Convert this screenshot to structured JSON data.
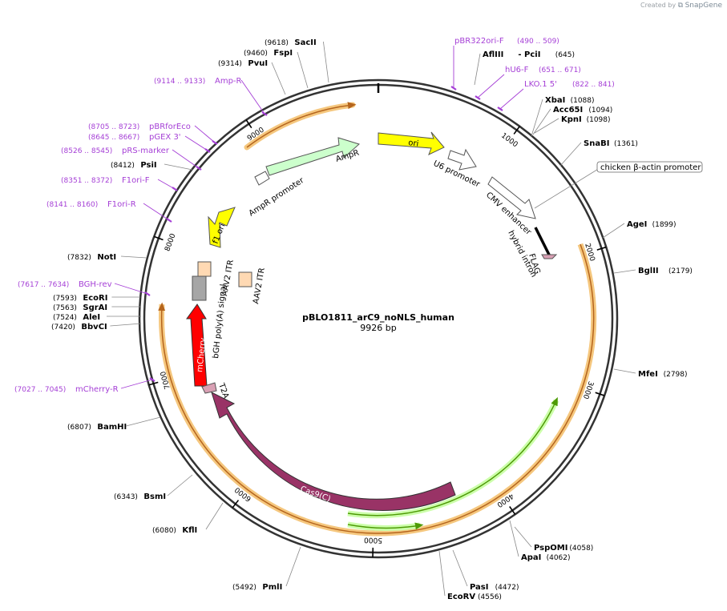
{
  "credit": {
    "prefix": "Created by",
    "brand": "SnapGene"
  },
  "plasmid": {
    "name": "pBLO1811_arC9_noNLS_human",
    "length_label": "9926 bp",
    "length": 9926
  },
  "ticks": [
    "1000",
    "2000",
    "3000",
    "4000",
    "5000",
    "6000",
    "7000",
    "8000",
    "9000"
  ],
  "sites": [
    {
      "name": "SacII",
      "pos": "(9618)"
    },
    {
      "name": "FspI",
      "pos": "(9460)"
    },
    {
      "name": "PvuI",
      "pos": "(9314)"
    },
    {
      "name": "PsiI",
      "pos": "(8412)"
    },
    {
      "name": "NotI",
      "pos": "(7832)"
    },
    {
      "name": "EcoRI",
      "pos": "(7593)"
    },
    {
      "name": "SgrAI",
      "pos": "(7563)"
    },
    {
      "name": "AleI",
      "pos": "(7524)"
    },
    {
      "name": "BbvCI",
      "pos": "(7420)"
    },
    {
      "name": "BamHI",
      "pos": "(6807)"
    },
    {
      "name": "BsmI",
      "pos": "(6343)"
    },
    {
      "name": "KflI",
      "pos": "(6080)"
    },
    {
      "name": "PmlI",
      "pos": "(5492)"
    },
    {
      "name": "AflIII",
      "name2": "- PciI",
      "pos": "(645)"
    },
    {
      "name": "XbaI",
      "pos": "(1088)"
    },
    {
      "name": "Acc65I",
      "pos": "(1094)"
    },
    {
      "name": "KpnI",
      "pos": "(1098)"
    },
    {
      "name": "SnaBI",
      "pos": "(1361)"
    },
    {
      "name": "AgeI",
      "pos": "(1899)"
    },
    {
      "name": "BglII",
      "pos": "(2179)"
    },
    {
      "name": "MfeI",
      "pos": "(2798)"
    },
    {
      "name": "PspOMI",
      "pos": "(4058)"
    },
    {
      "name": "ApaI",
      "pos": "(4062)"
    },
    {
      "name": "PasI",
      "pos": "(4472)"
    },
    {
      "name": "EcoRV",
      "pos": "(4556)"
    }
  ],
  "primers": [
    {
      "name": "Amp-R",
      "pos": "(9114 .. 9133)"
    },
    {
      "name": "pBRforEco",
      "pos": "(8705 .. 8723)"
    },
    {
      "name": "pGEX 3'",
      "pos": "(8645 .. 8667)"
    },
    {
      "name": "pRS-marker",
      "pos": "(8526 .. 8545)"
    },
    {
      "name": "F1ori-F",
      "pos": "(8351 .. 8372)"
    },
    {
      "name": "F1ori-R",
      "pos": "(8141 .. 8160)"
    },
    {
      "name": "BGH-rev",
      "pos": "(7617 .. 7634)"
    },
    {
      "name": "mCherry-R",
      "pos": "(7027 .. 7045)"
    },
    {
      "name": "pBR322ori-F",
      "pos": "(490 .. 509)"
    },
    {
      "name": "hU6-F",
      "pos": "(651 .. 671)"
    },
    {
      "name": "LKO.1 5'",
      "pos": "(822 .. 841)"
    }
  ],
  "features": {
    "ori": "ori",
    "ampr": "AmpR",
    "ampr_promoter": "AmpR promoter",
    "u6_promoter": "U6 promoter",
    "cmv_enhancer": "CMV enhancer",
    "chicken_promoter": "chicken β-actin promoter",
    "hybrid_intron": "hybrid intron",
    "flag": "FLAG",
    "f1_ori": "f1 ori",
    "aav2_itr_1": "AAV2 ITR",
    "aav2_itr_2": "AAV2 ITR",
    "bgh": "bGH poly(A) signal",
    "mcherry": "mCherry",
    "t2a": "T2A",
    "cas9": "Cas9(C)"
  },
  "colors": {
    "backbone": "#333333",
    "ori": "#ffff00",
    "ampr": "#ccffcc",
    "mcherry": "#ff0000",
    "cas9": "#993366",
    "orf_halo": "#f5c77e",
    "orf_arrow_orange": "#b5651d",
    "orf_arrow_green": "#4e9a06",
    "primer": "#a53fd6",
    "itr": "#ffd9b3",
    "bgh": "#a6a6a6"
  }
}
